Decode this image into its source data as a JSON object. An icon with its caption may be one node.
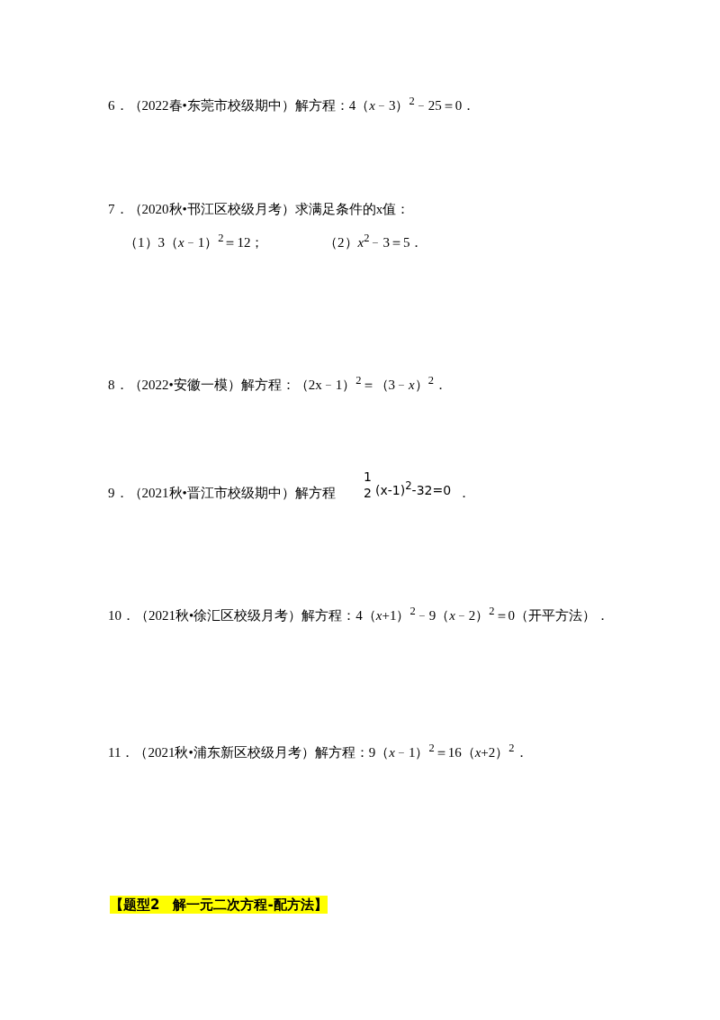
{
  "diagram": {
    "labels": [
      "6．（2022春•东莞市校级期中）解方程：4（*x*﹣3）$^{2}$﹣25＝0．",
      "7．（2020秋•邗江区校级月考）求满足条件的x值：",
      "（1）3（*x*﹣1）$^{2}$＝12；",
      "（2）*x*$^{2}$﹣3＝5．",
      "8．（2022•安徽一模）解方程：（2x﹣1）$^{2}$＝（3﹣*x*）$^{2}$．",
      "9．（2021秋•晋江市校级期中）解方程",
      "1",
      "2",
      "(x-1)$^{2}$-32=0",
      "．",
      "10．（2021秋•徐汇区校级月考）解方程：4（*x*+1）$^{2}$﹣9（*x*﹣2）$^{2}$＝0（开平方法）．",
      "11．（2021秋•浦东新区校级月考）解方程：9（*x*﹣1）$^{2}$＝16（*x*+2）$^{2}$．",
      "【题型2　解一元二次方程-配方法】"
    ]
  }
}
